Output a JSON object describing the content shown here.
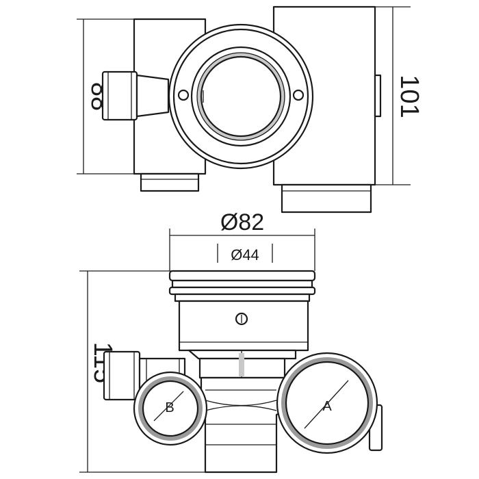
{
  "top_view": {
    "height_left": "88",
    "height_right": "101"
  },
  "side_view": {
    "outer_diameter": "Ø82",
    "inner_diameter": "Ø44",
    "total_height": "115",
    "port_b_label": "B",
    "port_a_label": "A"
  }
}
